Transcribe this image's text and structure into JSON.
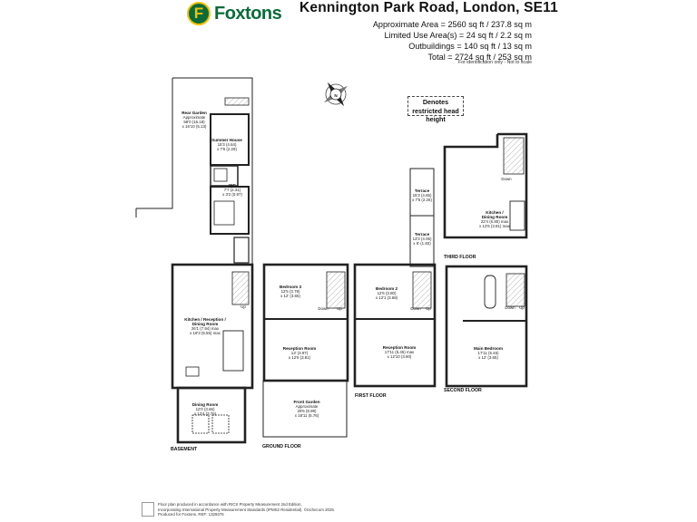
{
  "brand": {
    "name": "Foxtons",
    "mark": "F"
  },
  "title": "Kennington Park Road, London, SE11",
  "areas": {
    "approx": "Approximate Area = 2560 sq ft / 237.8 sq m",
    "limited": "Limited Use Area(s) = 24 sq ft / 2.2 sq m",
    "outbuildings": "Outbuildings = 140 sq ft / 13 sq m",
    "total": "Total = 2724 sq ft / 253 sq m",
    "note": "For identification only - Not to scale"
  },
  "restricted": "Denotes restricted head height",
  "compass": "N",
  "floors": {
    "basement": "BASEMENT",
    "ground": "GROUND FLOOR",
    "first": "FIRST FLOOR",
    "second": "SECOND FLOOR",
    "third": "THIRD FLOOR"
  },
  "rooms": {
    "rear_garden": [
      "Rear Garden",
      "Approximate",
      "58'0 (16.18)",
      "x 16'10 (5.13)"
    ],
    "summer_house": [
      "Summer House",
      "15'3 (4.64)",
      "x 7'6 (2.29)"
    ],
    "wc": [
      "WC",
      "7'7 (2.31)",
      "x 3'2 (0.97)"
    ],
    "kitchen_basement": [
      "Kitchen / Reception /",
      "Dining Room",
      "26'1 (7.94) max",
      "x 18'3 (5.55) max"
    ],
    "dining_basement": [
      "Dining Room",
      "12'0 (3.66)",
      "x 12'4 (3.76)"
    ],
    "bedroom3": [
      "Bedroom 3",
      "12'5 (3.79)",
      "x 12' (3.65)"
    ],
    "reception_ground": [
      "Reception Room",
      "13' (3.97)",
      "x 12'6 (3.81)"
    ],
    "front_garden": [
      "Front Garden",
      "Approximate",
      "29'6 (8.99)",
      "x 18'11 (5.76)"
    ],
    "terrace1": [
      "Terrace",
      "15'3 (4.65)",
      "x 7'5 (2.26)"
    ],
    "terrace2": [
      "Terrace",
      "13'3 (4.06)",
      "x 6' (1.83)"
    ],
    "bedroom2": [
      "Bedroom 2",
      "12'6 (3.80)",
      "x 12'1 (3.68)"
    ],
    "reception_first": [
      "Reception Room",
      "17'11 (5.45) max",
      "x 12'10 (3.90)"
    ],
    "kitchen_third": [
      "Kitchen /",
      "Dining Room",
      "22'4 (6.80) max",
      "x 12'6 (3.81) max"
    ],
    "main_bedroom": [
      "Main Bedroom",
      "17'11 (5.45)",
      "x 12' (3.65)"
    ]
  },
  "stairs": {
    "down": "Down",
    "up": "Up"
  },
  "footer": [
    "Floor plan produced in accordance with RICS Property Measurement 2nd Edition,",
    "Incorporating International Property Measurement Standards (IPMS2 Residential). ©nichecom 2025.",
    "Produced for Foxtons.  REF: 1329476"
  ]
}
